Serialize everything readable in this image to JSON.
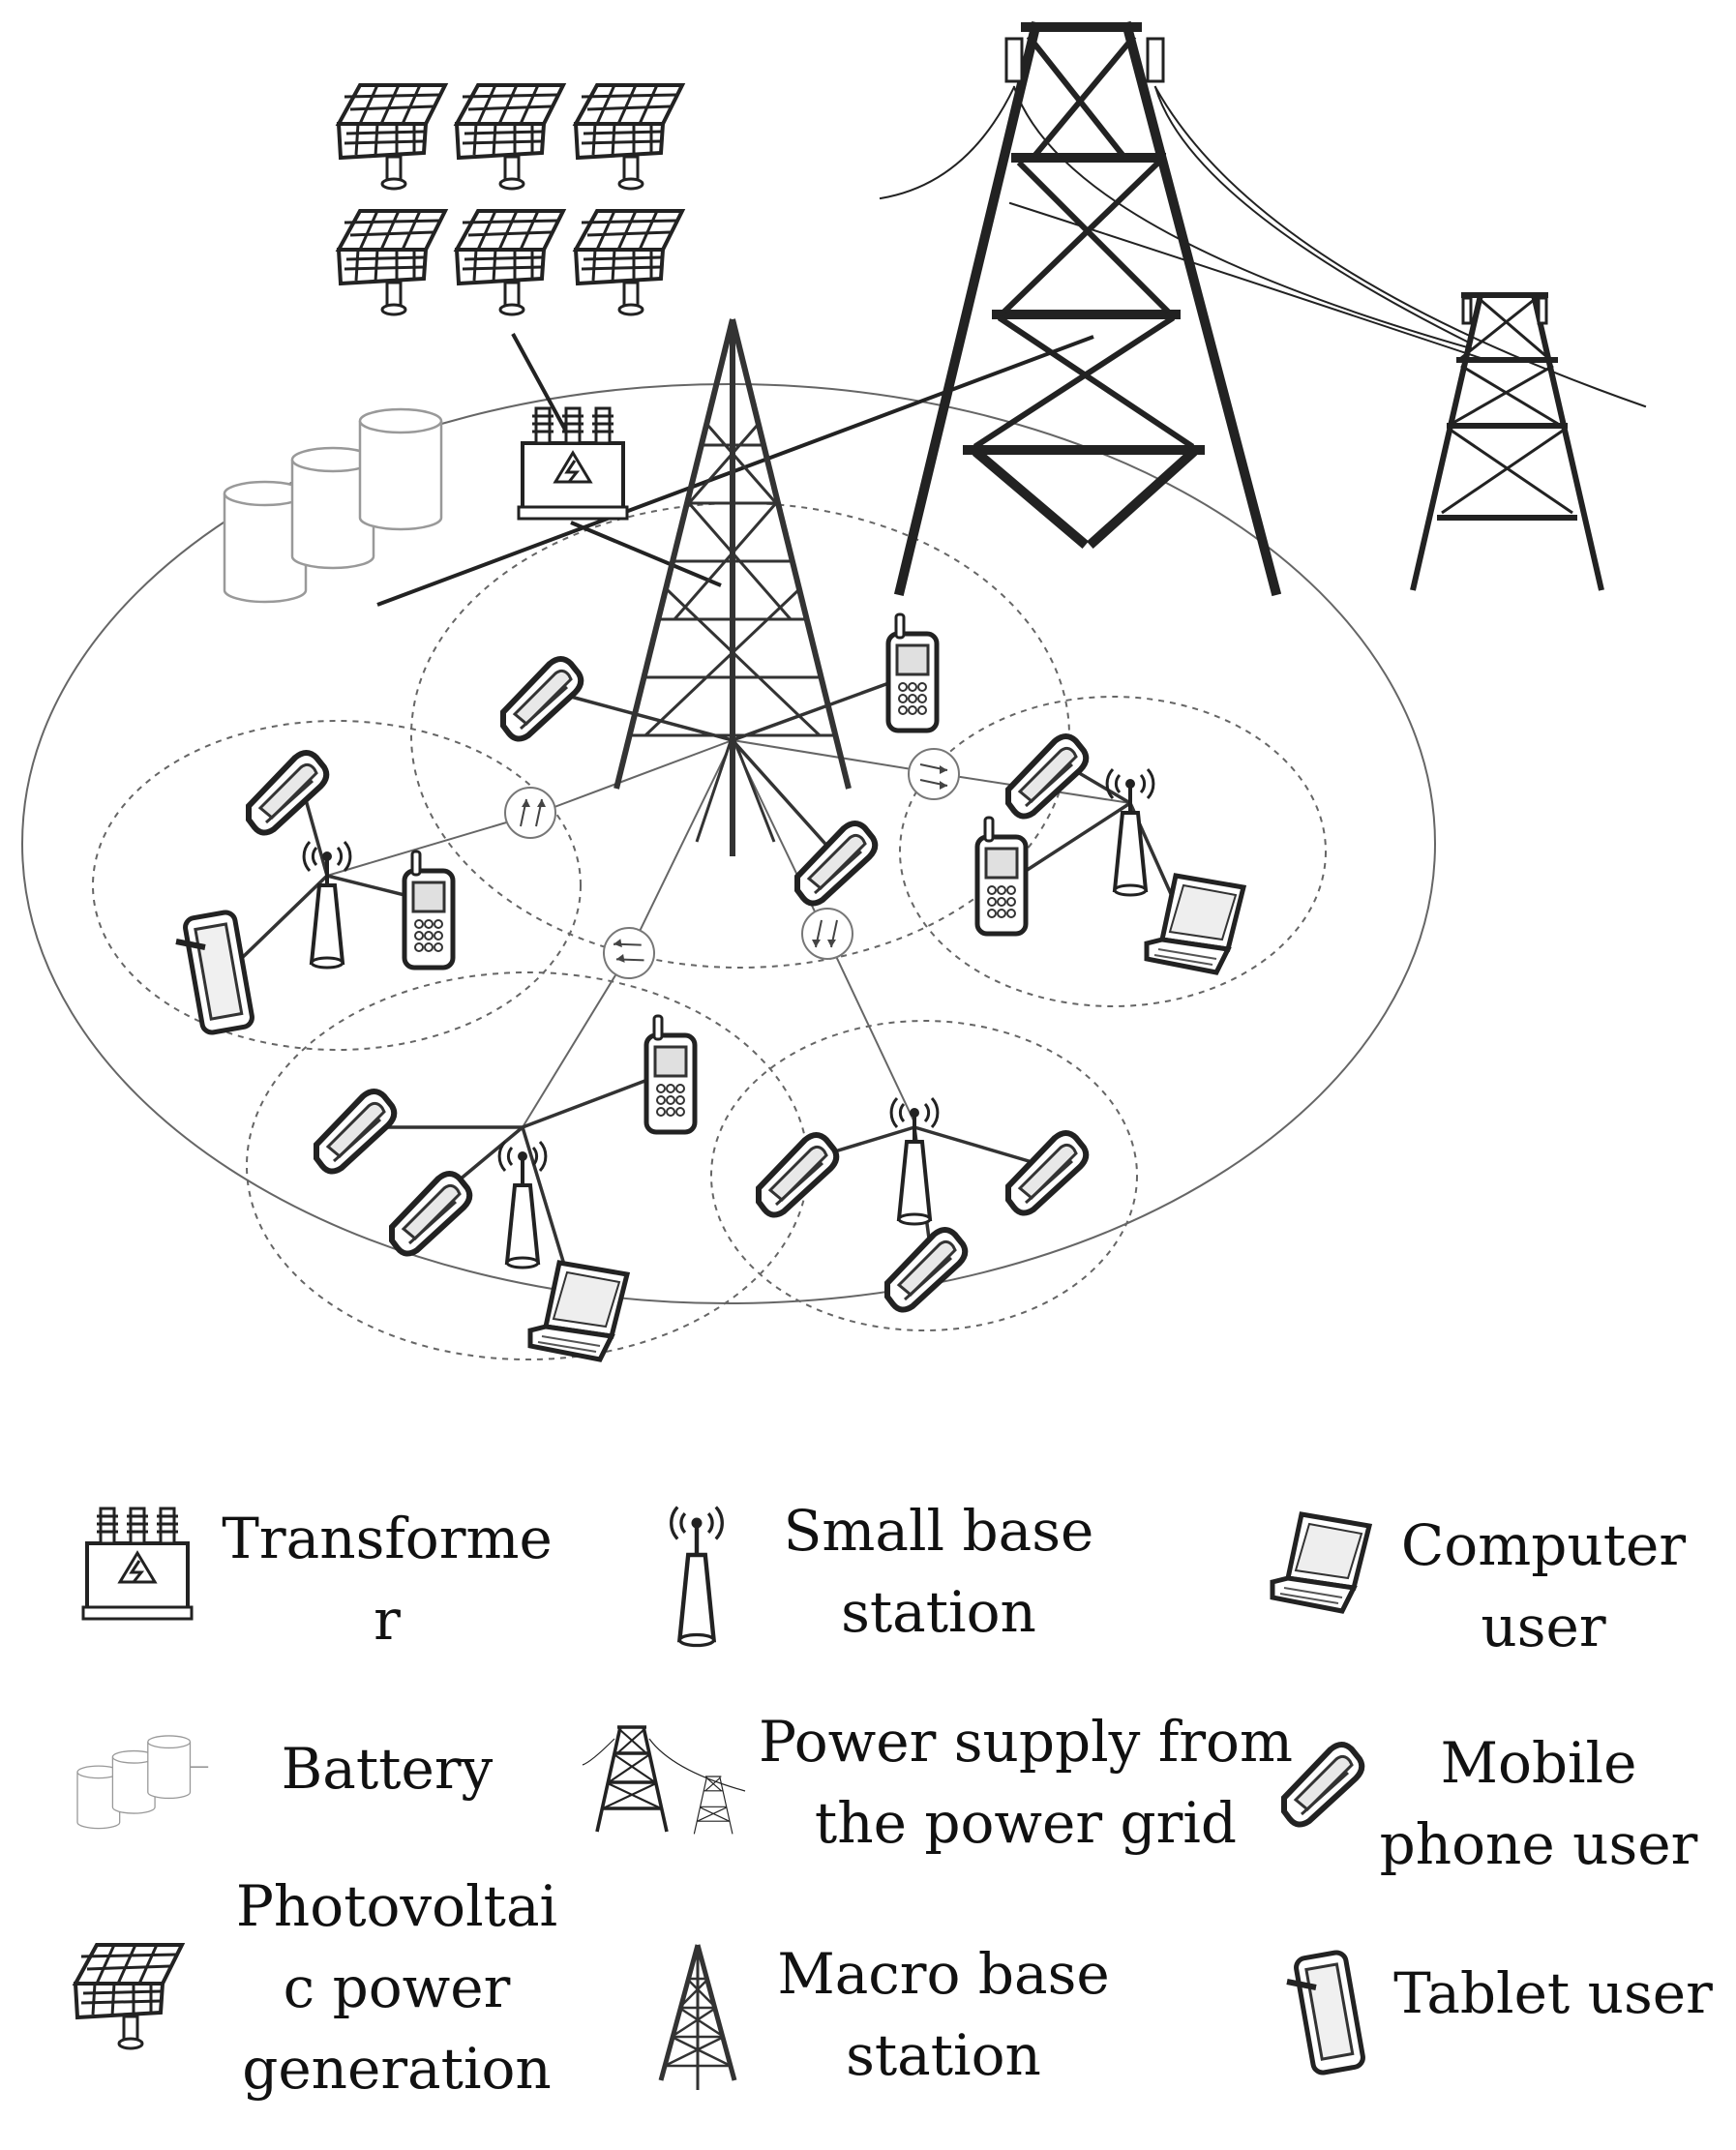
{
  "legend": {
    "transformer": "Transforme\nr",
    "small_base_station": "Small base\nstation",
    "computer_user": "Computer\nuser",
    "battery": "Battery",
    "power_supply": "Power supply from\nthe power grid",
    "mobile_phone_user": "Mobile\nphone user",
    "photovoltaic": "Photovoltai\nc power\ngeneration",
    "macro_base_station": "Macro base\nstation",
    "tablet_user": "Tablet user"
  },
  "palette": {
    "stroke": "#222222",
    "thin": "#555555",
    "dashed": "#666666",
    "fill": "#ffffff",
    "shade": "#dddddd"
  },
  "icons": [
    "transformer-icon",
    "small-base-station-icon",
    "computer-icon",
    "battery-icon",
    "power-tower-icon",
    "mobile-phone-icon",
    "solar-panel-icon",
    "macro-tower-icon",
    "tablet-icon",
    "feature-phone-icon",
    "relay-arrows-icon"
  ]
}
